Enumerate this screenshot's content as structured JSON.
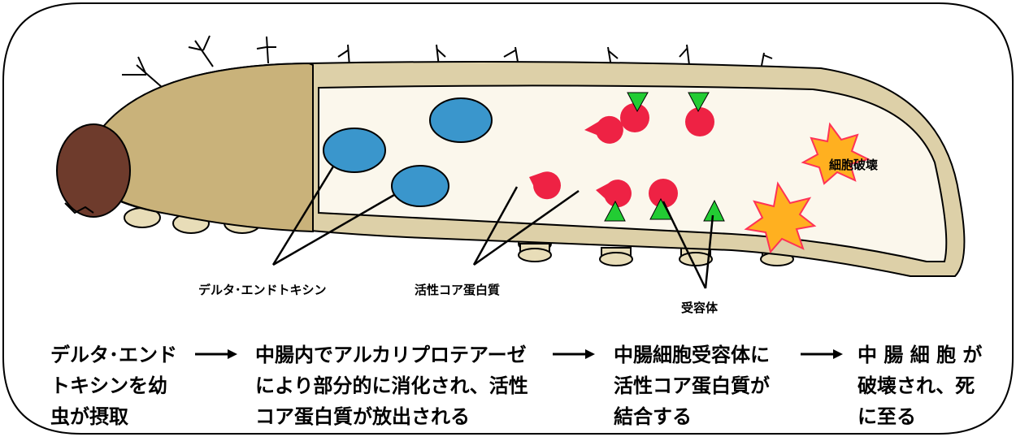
{
  "labels": {
    "delta_endotoxin": "デルタ･エンドトキシン",
    "active_core_protein": "活性コア蛋白質",
    "receptor": "受容体",
    "cell_destruction": "細胞破壊"
  },
  "steps": [
    {
      "line1": "デルタ･エンド",
      "line2": "トキシンを幼",
      "line3": "虫が摂取"
    },
    {
      "line1": "中腸内でアルカリプロテアーゼ",
      "line2": "により部分的に消化され、活性",
      "line3": "コア蛋白質が放出される"
    },
    {
      "line1": "中腸細胞受容体に",
      "line2": "活性コア蛋白質が",
      "line3": "結合する"
    },
    {
      "line1": "中 腸 細 胞 が",
      "line2": "破壊され、死",
      "line3": "に至る"
    }
  ],
  "colors": {
    "body_tan": "#c9b27a",
    "body_inner": "#fbf7ec",
    "head_brown": "#6e3b2c",
    "toxin_blue": "#3a96cc",
    "core_red": "#ee2244",
    "receptor_green": "#22cc33",
    "burst_orange": "#ffb020",
    "burst_edge": "#ff3355"
  }
}
